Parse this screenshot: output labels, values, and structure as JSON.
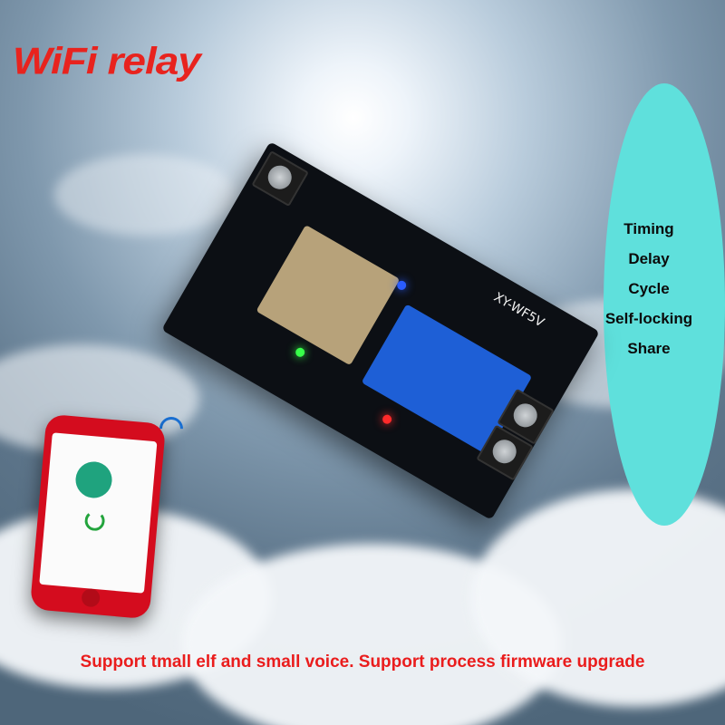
{
  "title": {
    "part1": "Wi",
    "part2": "Fi relay"
  },
  "features": [
    "Timing",
    "Delay",
    "Cycle",
    "Self-locking",
    "Share"
  ],
  "board": {
    "label": "XY-WF5V"
  },
  "footer": "Support tmall elf and small voice. Support process firmware upgrade",
  "colors": {
    "title": "#e8231e",
    "ellipse": "#5fe0dc",
    "footer": "#ea1d1d",
    "phone": "#d40c1e",
    "board": "#0c0f14",
    "relay": "#1e5fd6"
  }
}
